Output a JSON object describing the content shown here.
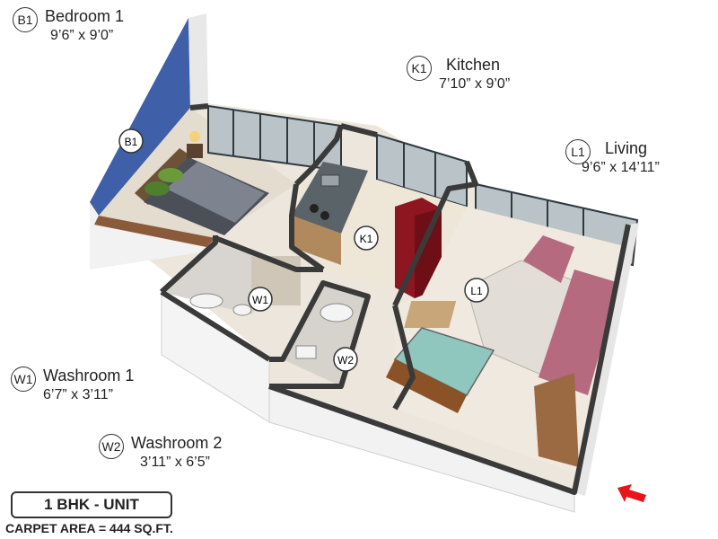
{
  "rooms": [
    {
      "code": "B1",
      "name": "Bedroom 1",
      "dims": "9’6” x 9’0”"
    },
    {
      "code": "K1",
      "name": "Kitchen",
      "dims": "7’10” x 9’0”"
    },
    {
      "code": "L1",
      "name": "Living",
      "dims": "9’6” x 14’11”"
    },
    {
      "code": "W1",
      "name": "Washroom 1",
      "dims": "6’7” x 3’11”"
    },
    {
      "code": "W2",
      "name": "Washroom 2",
      "dims": "3’11” x 6’5”"
    }
  ],
  "unit": {
    "type": "1 BHK - UNIT",
    "carpet_area": "CARPET AREA = 444 SQ.FT."
  },
  "colors": {
    "bedroom_wall": "#3f5fa8",
    "fridge": "#8e1620",
    "sofa": "#b56a80",
    "floor": "#ece7de",
    "wall_top": "#3a3a3a",
    "wall_side": "#f2f2f2",
    "arrow": "#e8141c"
  }
}
